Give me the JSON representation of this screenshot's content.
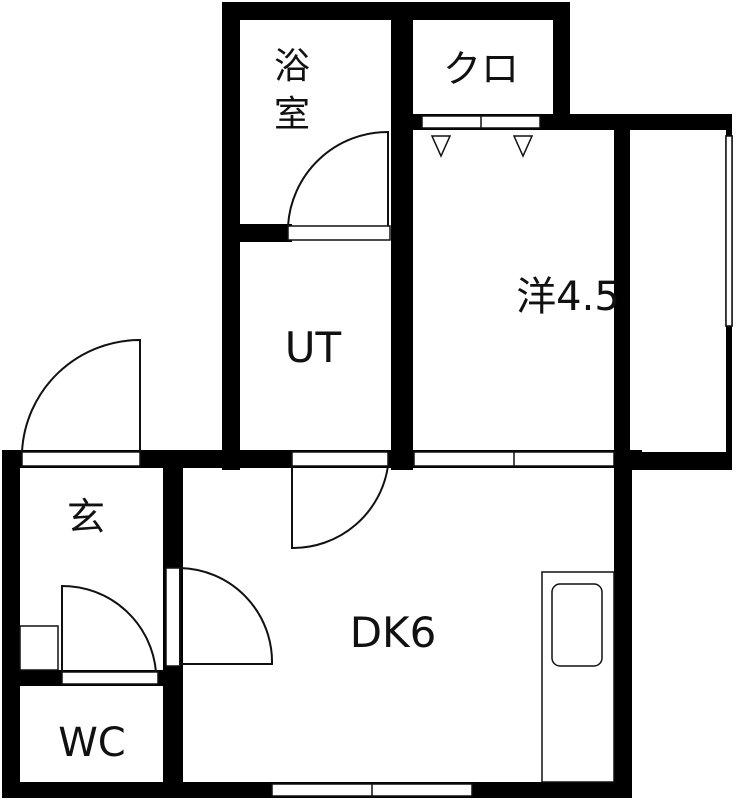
{
  "floor_plan": {
    "rooms": {
      "bath": "浴室",
      "closet": "クロ",
      "western": "洋4.5",
      "utility": "UT",
      "entrance": "玄",
      "dining_kitchen": "DK6",
      "toilet": "WC"
    },
    "colors": {
      "wall": "#000000",
      "line": "#111111",
      "background": "#ffffff"
    }
  }
}
